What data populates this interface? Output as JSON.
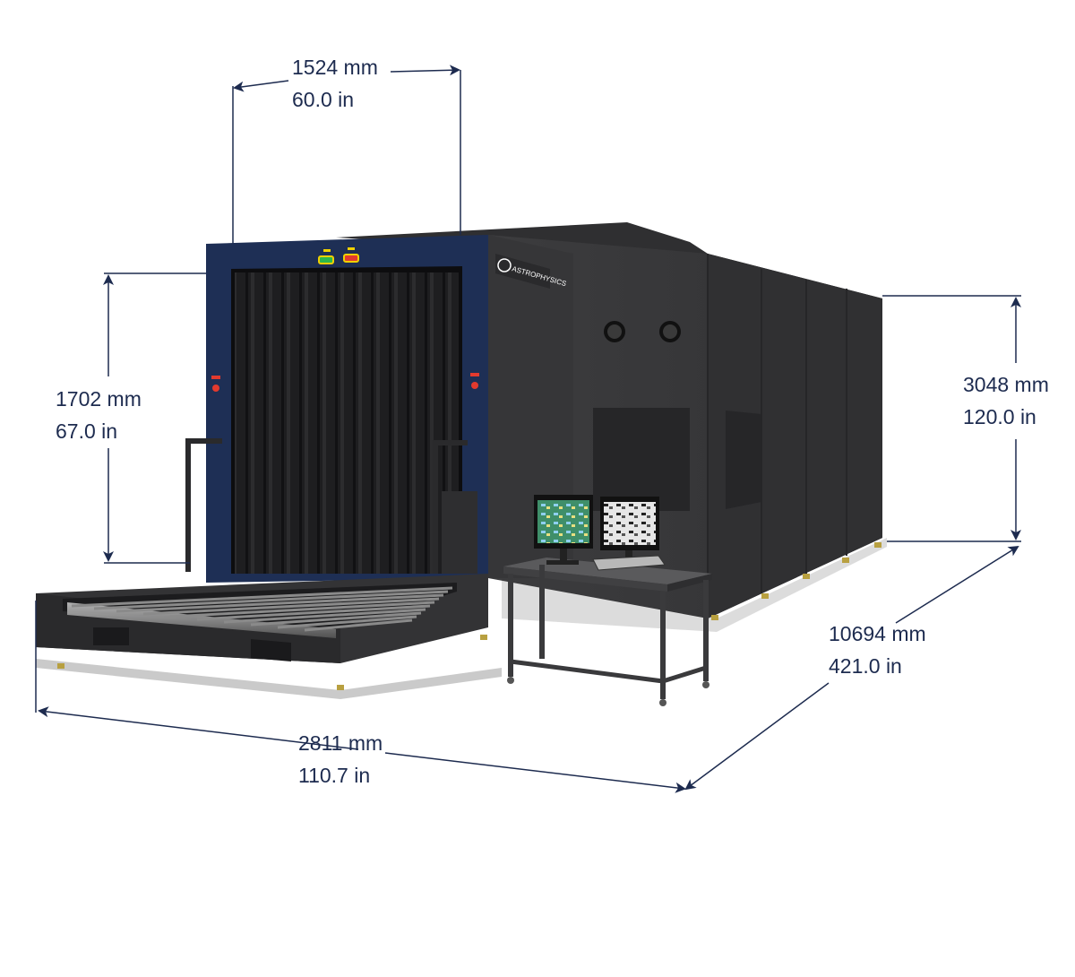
{
  "dimensions": {
    "tunnel_width": {
      "mm": "1524 mm",
      "in": "60.0 in"
    },
    "tunnel_height": {
      "mm": "1702 mm",
      "in": "67.0 in"
    },
    "machine_height": {
      "mm": "3048 mm",
      "in": "120.0 in"
    },
    "machine_length": {
      "mm": "10694 mm",
      "in": "421.0 in"
    },
    "overall_width": {
      "mm": "2811 mm",
      "in": "110.7 in"
    }
  },
  "branding": {
    "logo_text": "ASTROPHYSICS"
  },
  "colors": {
    "dimension_lines": "#1d2b4f",
    "tunnel_frame": "#1e2f55",
    "machine_body": "#3a3a3c",
    "curtain": "#1c1c1e"
  }
}
